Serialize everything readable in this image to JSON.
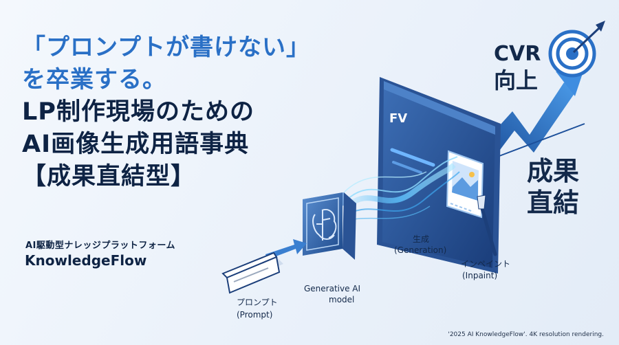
{
  "headline": {
    "line1": "「プロンプトが書けない」",
    "line2": "を卒業する。",
    "line3": "LP制作現場のための",
    "line4": "AI画像生成用語事典",
    "line5": "【成果直結型】"
  },
  "brand": {
    "subtitle": "AI駆動型ナレッジプラットフォーム",
    "name": "KnowledgeFlow"
  },
  "diagram": {
    "prompt_jp": "プロンプト",
    "prompt_en": "(Prompt)",
    "model_line1": "Generative AI",
    "model_line2": "model",
    "generation_jp": "生成",
    "generation_en": "(Generation)",
    "inpaint_jp": "インペイント",
    "inpaint_en": "(Inpaint)",
    "screen_label": "FV"
  },
  "callouts": {
    "cvr_line1": "CVR",
    "cvr_line2": "向上",
    "result_line1": "成果",
    "result_line2": "直結"
  },
  "footer": "'2025 AI KnowledgeFlow'. 4K resolution rendering.",
  "colors": {
    "accent_blue": "#2a70c6",
    "navy": "#0e2344",
    "background": "#eef4fb"
  }
}
